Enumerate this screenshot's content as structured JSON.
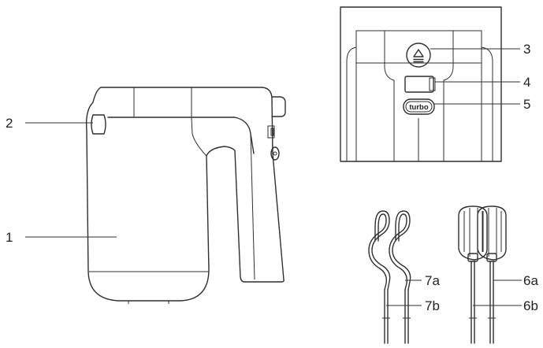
{
  "callouts": {
    "c1": "1",
    "c2": "2",
    "c3": "3",
    "c4": "4",
    "c5": "5",
    "c6a": "6a",
    "c6b": "6b",
    "c7a": "7a",
    "c7b": "7b"
  },
  "turbo_button_text": "turbo"
}
